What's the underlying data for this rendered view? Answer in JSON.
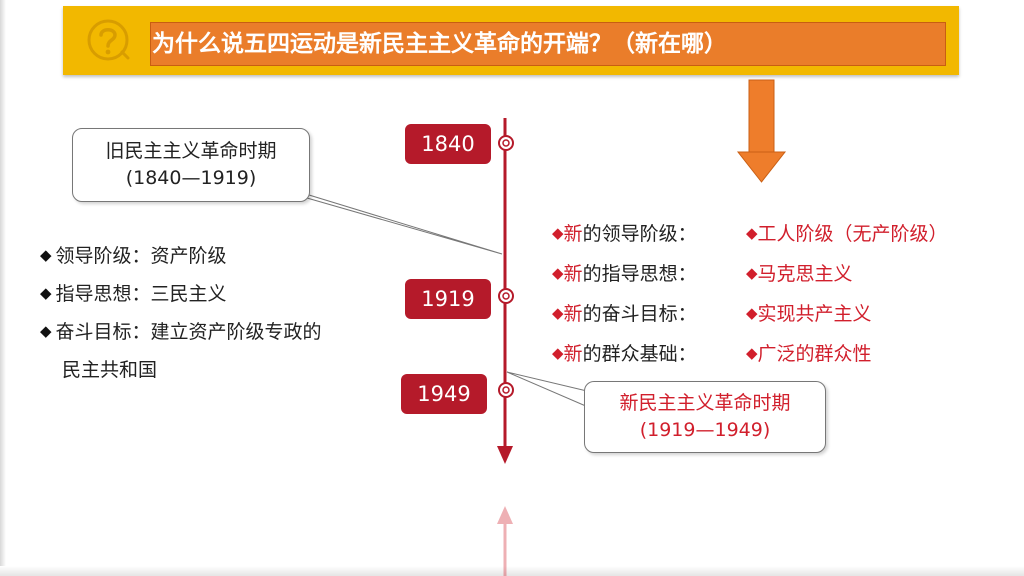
{
  "title": "为什么说五四运动是新民主主义革命的开端？（新在哪）",
  "title_icon": "question-circle-icon",
  "colors": {
    "banner": "#f2b800",
    "title_box": "#ea7d2a",
    "timeline": "#b51a2a",
    "highlight": "#d11f2c",
    "down_arrow": "#ee7d2b"
  },
  "timeline": {
    "years": [
      "1840",
      "1919",
      "1949"
    ]
  },
  "old_period": {
    "name": "旧民主主义革命时期",
    "range": "(1840—1919)",
    "items": [
      {
        "bullet": "◆",
        "text": "领导阶级：资产阶级"
      },
      {
        "bullet": "◆",
        "text": "指导思想：三民主义"
      },
      {
        "bullet": "◆",
        "text": "奋斗目标：建立资产阶级专政的"
      }
    ],
    "continuation": "民主共和国"
  },
  "new_period": {
    "name": "新民主主义革命时期",
    "range": "(1919—1949)",
    "items": [
      {
        "bullet": "◆",
        "new": "新",
        "label": "的领导阶级：",
        "answer_bullet": "◆",
        "answer": "工人阶级（无产阶级）"
      },
      {
        "bullet": "◆",
        "new": "新",
        "label": "的指导思想：",
        "answer_bullet": "◆",
        "answer": "马克思主义"
      },
      {
        "bullet": "◆",
        "new": "新",
        "label": "的奋斗目标：",
        "answer_bullet": "◆",
        "answer": "实现共产主义"
      },
      {
        "bullet": "◆",
        "new": "新",
        "label": "的群众基础：",
        "answer_bullet": "◆",
        "answer": "广泛的群众性"
      }
    ]
  }
}
